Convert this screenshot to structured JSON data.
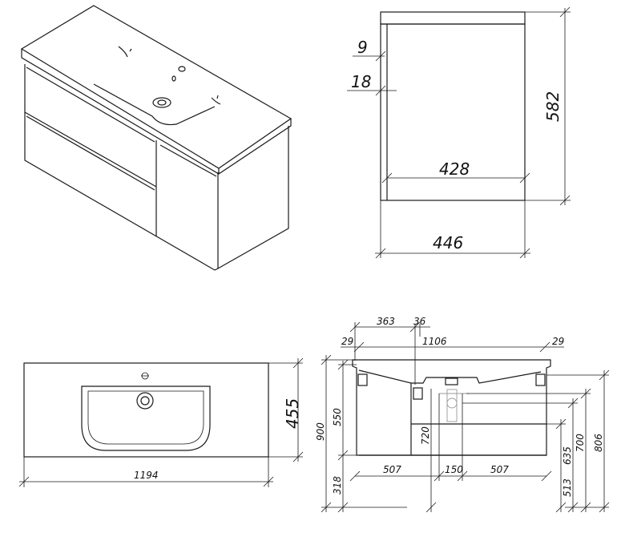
{
  "side_view": {
    "dim_9": "9",
    "dim_18": "18",
    "dim_428": "428",
    "dim_446": "446",
    "dim_582": "582"
  },
  "plan_view": {
    "dim_455": "455",
    "dim_1194": "1194"
  },
  "front_view": {
    "dim_363": "363",
    "dim_36": "36",
    "dim_1106": "1106",
    "dim_29_left": "29",
    "dim_29_right": "29",
    "dim_900": "900",
    "dim_550": "550",
    "dim_318": "318",
    "dim_720": "720",
    "dim_507_left": "507",
    "dim_150": "150",
    "dim_507_right": "507",
    "dim_513": "513",
    "dim_635": "635",
    "dim_700": "700",
    "dim_806": "806"
  }
}
